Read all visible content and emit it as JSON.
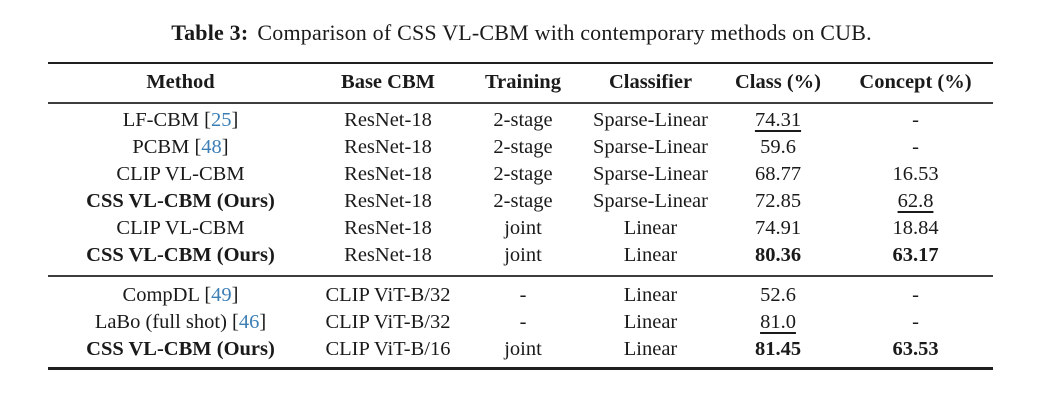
{
  "caption": {
    "label": "Table 3:",
    "text": "Comparison of CSS VL-CBM with contemporary methods on CUB."
  },
  "colors": {
    "citation": "#3d7fb5",
    "text": "#1a1a1a",
    "rule": "#1f1f1f"
  },
  "table": {
    "columns": [
      "Method",
      "Base CBM",
      "Training",
      "Classifier",
      "Class (%)",
      "Concept (%)"
    ],
    "groups": [
      {
        "rows": [
          {
            "method": "LF-CBM",
            "cite": "25",
            "method_bold": false,
            "base": "ResNet-18",
            "training": "2-stage",
            "classifier": "Sparse-Linear",
            "class": "74.31",
            "class_style": "underline",
            "concept": "-",
            "concept_style": "none"
          },
          {
            "method": "PCBM",
            "cite": "48",
            "method_bold": false,
            "base": "ResNet-18",
            "training": "2-stage",
            "classifier": "Sparse-Linear",
            "class": "59.6",
            "class_style": "none",
            "concept": "-",
            "concept_style": "none"
          },
          {
            "method": "CLIP VL-CBM",
            "cite": null,
            "method_bold": false,
            "base": "ResNet-18",
            "training": "2-stage",
            "classifier": "Sparse-Linear",
            "class": "68.77",
            "class_style": "none",
            "concept": "16.53",
            "concept_style": "none"
          },
          {
            "method": "CSS VL-CBM (Ours)",
            "cite": null,
            "method_bold": true,
            "base": "ResNet-18",
            "training": "2-stage",
            "classifier": "Sparse-Linear",
            "class": "72.85",
            "class_style": "none",
            "concept": "62.8",
            "concept_style": "underline"
          },
          {
            "method": "CLIP VL-CBM",
            "cite": null,
            "method_bold": false,
            "base": "ResNet-18",
            "training": "joint",
            "classifier": "Linear",
            "class": "74.91",
            "class_style": "none",
            "concept": "18.84",
            "concept_style": "none"
          },
          {
            "method": "CSS VL-CBM (Ours)",
            "cite": null,
            "method_bold": true,
            "base": "ResNet-18",
            "training": "joint",
            "classifier": "Linear",
            "class": "80.36",
            "class_style": "bold",
            "concept": "63.17",
            "concept_style": "bold"
          }
        ]
      },
      {
        "rows": [
          {
            "method": "CompDL",
            "cite": "49",
            "method_bold": false,
            "base": "CLIP ViT-B/32",
            "training": "-",
            "classifier": "Linear",
            "class": "52.6",
            "class_style": "none",
            "concept": "-",
            "concept_style": "none"
          },
          {
            "method": "LaBo (full shot)",
            "cite": "46",
            "method_bold": false,
            "base": "CLIP ViT-B/32",
            "training": "-",
            "classifier": "Linear",
            "class": "81.0",
            "class_style": "underline",
            "concept": "-",
            "concept_style": "none"
          },
          {
            "method": "CSS VL-CBM (Ours)",
            "cite": null,
            "method_bold": true,
            "base": "CLIP ViT-B/16",
            "training": "joint",
            "classifier": "Linear",
            "class": "81.45",
            "class_style": "bold",
            "concept": "63.53",
            "concept_style": "bold"
          }
        ]
      }
    ]
  }
}
